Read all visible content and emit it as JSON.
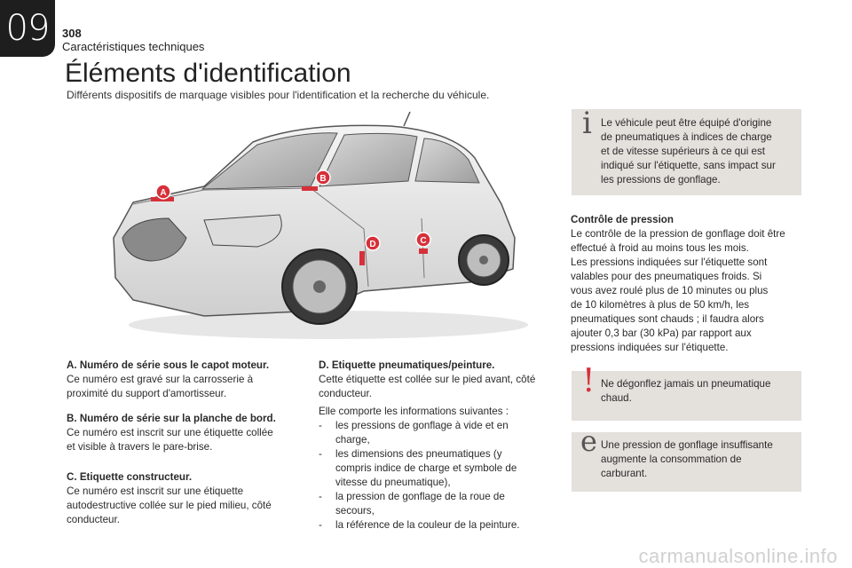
{
  "header": {
    "chapter": "09",
    "page_number": "308",
    "section": "Caractéristiques techniques"
  },
  "title": "Éléments d'identification",
  "subtitle": "Différents dispositifs de marquage visibles pour l'identification et la recherche du véhicule.",
  "car_markers": [
    "A",
    "B",
    "C",
    "D"
  ],
  "items": {
    "A": {
      "heading": "A. Numéro de série sous le capot moteur.",
      "body": [
        "Ce numéro est gravé sur la carrosserie à",
        "proximité du support d'amortisseur."
      ]
    },
    "B": {
      "heading": "B. Numéro de série sur la planche de bord.",
      "body": [
        "Ce numéro est inscrit sur une étiquette collée",
        "et visible à travers le pare-brise."
      ]
    },
    "C": {
      "heading": "C. Etiquette constructeur.",
      "body": [
        "Ce numéro est inscrit sur une étiquette",
        "autodestructive collée sur le pied milieu, côté",
        "conducteur."
      ]
    },
    "D": {
      "heading": "D. Etiquette pneumatiques/peinture.",
      "body": [
        "Cette étiquette est collée sur le pied avant, côté",
        "conducteur."
      ],
      "intro": "Elle comporte les informations suivantes :",
      "list": [
        [
          "les pressions de gonflage à vide et en",
          "charge,"
        ],
        [
          "les dimensions des pneumatiques (y",
          "compris indice de charge et symbole de",
          "vitesse du pneumatique),"
        ],
        [
          "la pression de gonflage de la roue de",
          "secours,"
        ],
        [
          "la référence de la couleur de la peinture."
        ]
      ]
    }
  },
  "info_box": {
    "icon": "i",
    "lines": [
      "Le véhicule peut être équipé d'origine",
      "de pneumatiques à indices de charge",
      "et de vitesse supérieurs à ce qui est",
      "indiqué sur l'étiquette, sans impact sur",
      "les pressions de gonflage."
    ]
  },
  "pressure": {
    "heading": "Contrôle de pression",
    "lines": [
      "Le contrôle de la pression de gonflage doit être",
      "effectué à froid au moins tous les mois.",
      "Les pressions indiquées sur l'étiquette sont",
      "valables pour des pneumatiques froids. Si",
      "vous avez roulé plus de 10 minutes ou plus",
      "de 10 kilomètres à plus de 50 km/h, les",
      "pneumatiques sont chauds ; il faudra alors",
      "ajouter 0,3 bar (30 kPa) par rapport aux",
      "pressions indiquées sur l'étiquette."
    ]
  },
  "warning_box": {
    "icon": "!",
    "lines": [
      "Ne dégonflez jamais un pneumatique",
      "chaud."
    ]
  },
  "eco_box": {
    "icon": "e",
    "lines": [
      "Une pression de gonflage insuffisante",
      "augmente la consommation de",
      "carburant."
    ]
  },
  "watermark": "carmanualsonline.info",
  "colors": {
    "marker": "#d6303a",
    "box_bg": "#e4e0dc",
    "warning": "#d6303a",
    "chapter_bg": "#1e1e1e"
  }
}
